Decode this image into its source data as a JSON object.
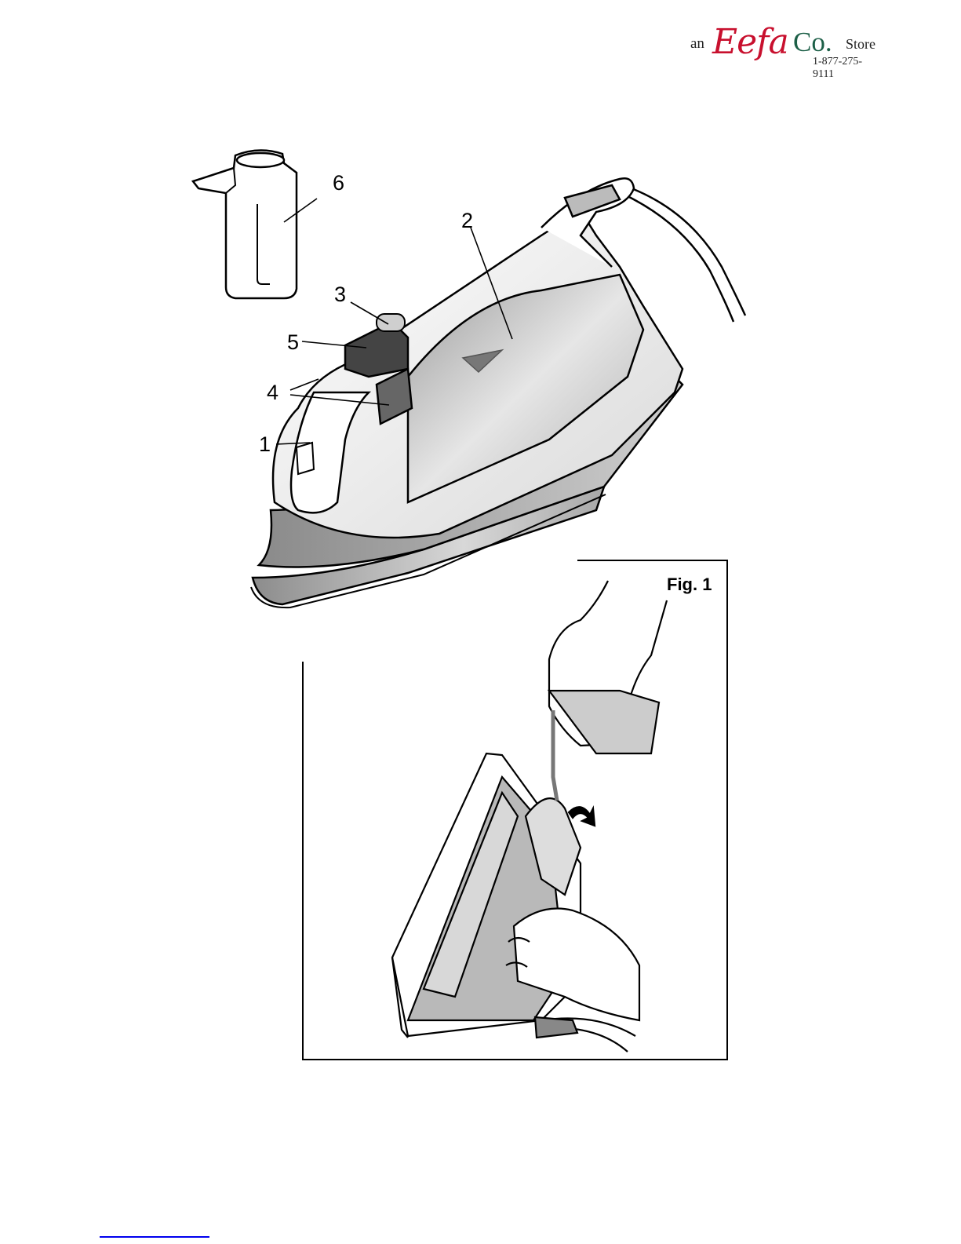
{
  "logo": {
    "prefix": "an",
    "brand": "Eefa",
    "brand_suffix": "Co.",
    "store": "Store",
    "phone": "1-877-275-9111"
  },
  "callouts": {
    "c1": "1",
    "c2": "2",
    "c3": "3",
    "c4": "4",
    "c5": "5",
    "c6": "6"
  },
  "figure": {
    "label": "Fig. 1"
  },
  "colors": {
    "brand_red": "#c8102e",
    "brand_green": "#1c5f47",
    "link_blue": "#0000ee"
  }
}
